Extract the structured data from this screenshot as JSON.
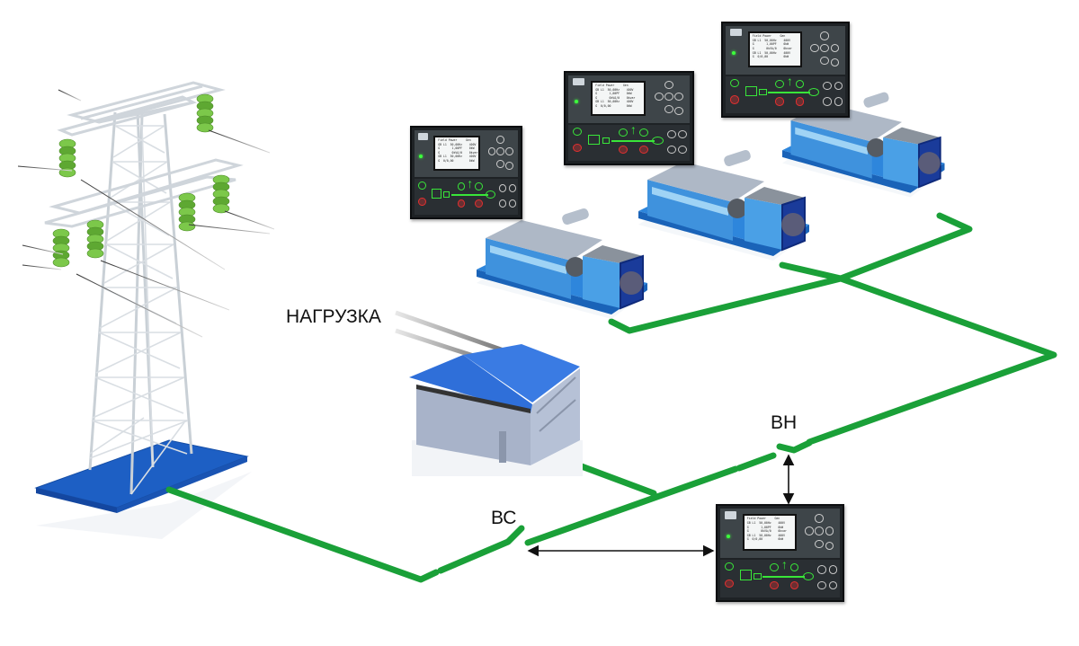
{
  "diagram": {
    "title": "",
    "labels": {
      "load": "НАГРУЗКА",
      "grid_breaker": "ВС",
      "generator_breaker": "ВН"
    },
    "colors": {
      "bus_line": "#1aa038",
      "controller_body": "#1e2225",
      "controller_panel": "#3e4549",
      "button_green": "#39e639",
      "button_red": "#e03030",
      "equipment_blue": "#2f7fd6",
      "tower_base": "#1d5fc4",
      "insulator": "#6bbf3a"
    },
    "nodes": [
      {
        "id": "tower",
        "type": "power-transmission-tower",
        "label": ""
      },
      {
        "id": "load",
        "type": "load-building",
        "label": "НАГРУЗКА"
      },
      {
        "id": "gen1",
        "type": "generator-set",
        "label": ""
      },
      {
        "id": "gen2",
        "type": "generator-set",
        "label": ""
      },
      {
        "id": "gen3",
        "type": "generator-set",
        "label": ""
      },
      {
        "id": "ctrl_gen1",
        "type": "genset-controller",
        "label": ""
      },
      {
        "id": "ctrl_gen2",
        "type": "genset-controller",
        "label": ""
      },
      {
        "id": "ctrl_gen3",
        "type": "genset-controller",
        "label": ""
      },
      {
        "id": "ctrl_main",
        "type": "ats-controller",
        "label": ""
      },
      {
        "id": "breaker_vs",
        "type": "circuit-breaker",
        "label": "ВС"
      },
      {
        "id": "breaker_vn",
        "type": "circuit-breaker",
        "label": "ВН"
      }
    ],
    "edges": [
      {
        "from": "tower",
        "to": "breaker_vs",
        "type": "power-line"
      },
      {
        "from": "breaker_vs",
        "to": "breaker_vn",
        "type": "power-line"
      },
      {
        "from": "load",
        "to": "bus",
        "type": "power-line"
      },
      {
        "from": "breaker_vn",
        "to": "gen1",
        "type": "power-line"
      },
      {
        "from": "breaker_vn",
        "to": "gen2",
        "type": "power-line"
      },
      {
        "from": "breaker_vn",
        "to": "gen3",
        "type": "power-line"
      },
      {
        "from": "ctrl_main",
        "to": "breaker_vs",
        "type": "control-bidirectional"
      },
      {
        "from": "ctrl_main",
        "to": "breaker_vn",
        "type": "control-bidirectional"
      }
    ],
    "controller_screen": {
      "lines": [
        "Field Power     Gen",
        "GB L1  50,00Hz    400V",
        "G       1,00PF    0kW",
        "G       0kVA/0    0kvar",
        "GB L1  50,00Hz    400V",
        "G  0/0,00         0kW"
      ],
      "nav_buttons": [
        "up",
        "left",
        "ok",
        "right",
        "down",
        "back"
      ]
    }
  }
}
